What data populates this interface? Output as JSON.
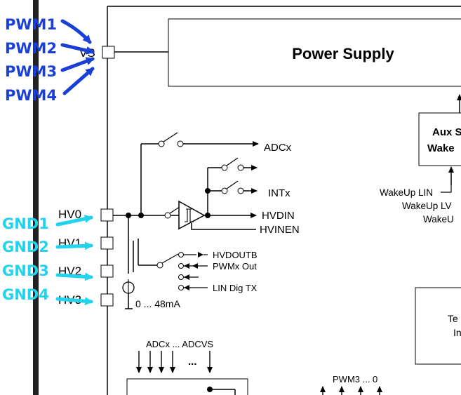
{
  "colors": {
    "pwm_annotation": "#1a3fd6",
    "gnd_annotation": "#22d3ee",
    "line": "#000000",
    "background": "#ffffff"
  },
  "annotations": {
    "pwm_labels": [
      "PWM1",
      "PWM2",
      "PWM3",
      "PWM4"
    ],
    "gnd_labels": [
      "GND1",
      "GND2",
      "GND3",
      "GND4"
    ]
  },
  "blocks": {
    "power_supply": "Power Supply",
    "aux_line1": "Aux S",
    "aux_line2": "Wake",
    "temp_line1": "Te",
    "temp_line2": "In"
  },
  "pins": {
    "vs": "VS",
    "hv0": "HV0",
    "hv1": "HV1",
    "hv2": "HV2",
    "hv3": "HV3"
  },
  "signals": {
    "adcx": "ADCx",
    "intx": "INTx",
    "hvdin": "HVDIN",
    "hvinen": "HVINEN",
    "hvdoutb": "HVDOUTB",
    "pwmx_out": "PWMx Out",
    "lin_dig_tx": "LIN Dig TX",
    "current": "0 ... 48mA",
    "wakeup_lin": "WakeUp LIN",
    "wakeup_lv": "WakeUp LV",
    "wakeup_3": "WakeU",
    "adc_range": "ADCx ... ADCVS",
    "dots": "...",
    "pwm_range": "PWM3 ... 0"
  }
}
